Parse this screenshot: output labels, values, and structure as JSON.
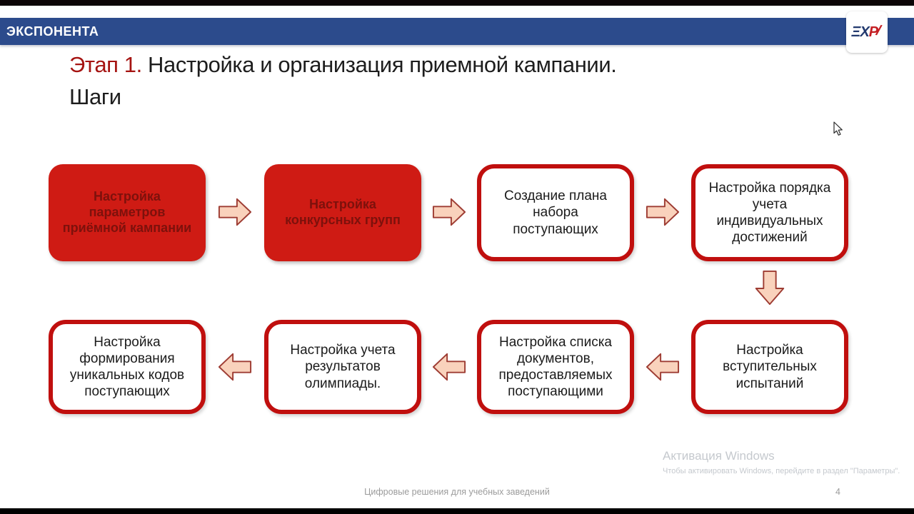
{
  "header": {
    "brand": "ЭКСПОНЕНТА",
    "logo": {
      "e": "Ξ",
      "x": "X",
      "p": "P",
      "slash": "/"
    }
  },
  "title": {
    "prefix": "Этап 1.",
    "line1_rest": " Настройка и организация приемной кампании.",
    "line2": "Шаги"
  },
  "flow": {
    "row1": [
      {
        "label": "Настройка\nпараметров\nприёмной кампании",
        "style": "filled"
      },
      {
        "label": "Настройка\nконкурсных групп",
        "style": "filled"
      },
      {
        "label": "Создание плана\nнабора поступающих",
        "style": "outlined"
      },
      {
        "label": "Настройка порядка\nучета\nиндивидуальных\nдостижений",
        "style": "outlined"
      }
    ],
    "row2": [
      {
        "label": "Настройка\nформирования\nуникальных кодов\nпоступающих",
        "style": "outlined"
      },
      {
        "label": "Настройка учета\nрезультатов\nолимпиады.",
        "style": "outlined"
      },
      {
        "label": "Настройка списка\nдокументов,\nпредоставляемых\nпоступающими",
        "style": "outlined"
      },
      {
        "label": "Настройка\nвступительных\nиспытаний",
        "style": "outlined"
      }
    ]
  },
  "watermark": {
    "line1": "Активация Windows",
    "line2": "Чтобы активировать Windows, перейдите в раздел \"Параметры\"."
  },
  "footer": {
    "text": "Цифровые решения для учебных заведений",
    "page": "4"
  },
  "colors": {
    "header_blue": "#2c4b8c",
    "title_red": "#a51311",
    "box_fill_red": "#cf1b14",
    "box_text_dark_red": "#7d110c",
    "box_border_red": "#c00f0e",
    "arrow_fill": "#f9d2bc",
    "arrow_border": "#9e3c33",
    "watermark_gray": "#c5c9ce"
  }
}
